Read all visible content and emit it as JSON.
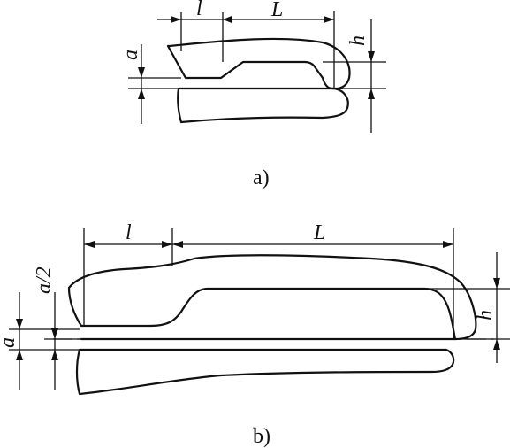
{
  "figure_a": {
    "caption": "a)",
    "labels": {
      "l": "l",
      "L": "L",
      "a": "a",
      "h": "h"
    }
  },
  "figure_b": {
    "caption": "b)",
    "labels": {
      "l": "l",
      "L": "L",
      "a": "a",
      "a_half": "a/2",
      "h": "h"
    }
  }
}
